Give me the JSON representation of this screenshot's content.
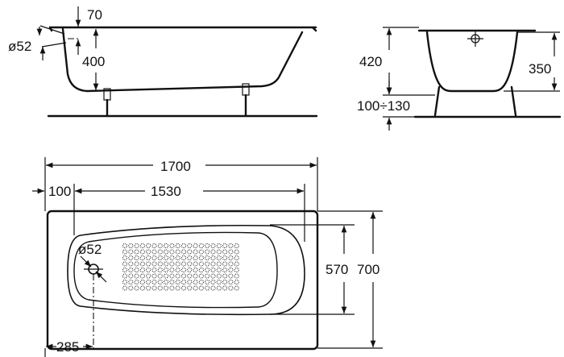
{
  "title": "Bathtub dimension drawing",
  "side_view": {
    "rim_depth": "70",
    "overflow_diameter": "ø52",
    "depth": "400"
  },
  "end_view": {
    "height": "420",
    "inner_depth": "350",
    "leg_adjust": "100÷130"
  },
  "plan_view": {
    "length": "1700",
    "inner_length": "1530",
    "offset": "100",
    "drain_diameter": "ø52",
    "inner_width": "570",
    "width": "700",
    "drain_offset": "285"
  },
  "colors": {
    "line": "#111111",
    "background": "#ffffff"
  }
}
